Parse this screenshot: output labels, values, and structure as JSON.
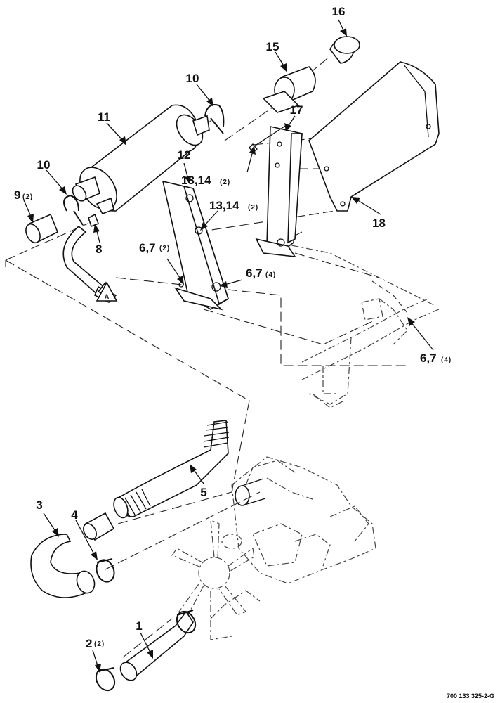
{
  "figure_id": "700 133 325-2-G",
  "callouts": {
    "c1": "1",
    "c2": "2",
    "c2q": "(2)",
    "c3": "3",
    "c4": "4",
    "c5": "5",
    "c67a": "6,7",
    "c67aq": "(2)",
    "c67b": "6,7",
    "c67bq": "(4)",
    "c67c": "6,7",
    "c67cq": "(4)",
    "c8": "8",
    "c9": "9",
    "c9q": "(2)",
    "c10a": "10",
    "c10b": "10",
    "c11": "11",
    "c12": "12",
    "c1314a": "13,14",
    "c1314aq": "(2)",
    "c1314b": "13,14",
    "c1314bq": "(2)",
    "c15": "15",
    "c16": "16",
    "c17": "17",
    "c18": "18",
    "refA": "A"
  }
}
